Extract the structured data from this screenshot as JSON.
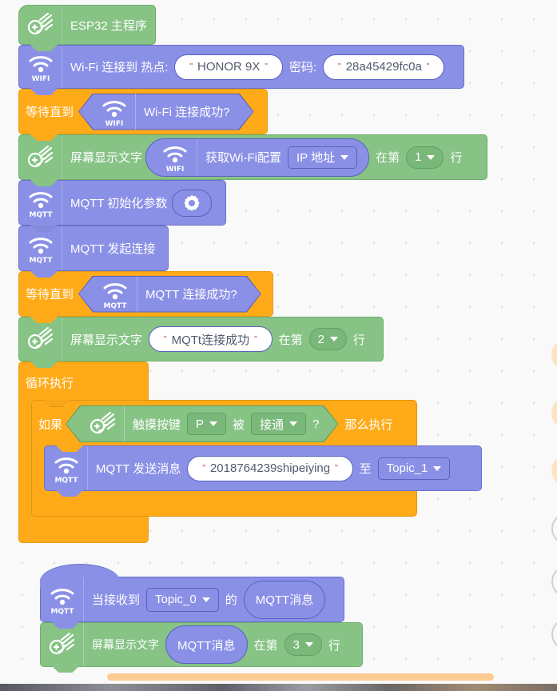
{
  "canvas": {
    "background": "#f9f9f9",
    "colors": {
      "green": "#86c385",
      "purple": "#8a90e6",
      "orange": "#ffab19",
      "string_quote": "#c0392b"
    }
  },
  "blocks": {
    "main_hat": {
      "label": "ESP32 主程序"
    },
    "wifi_connect": {
      "label": "Wi-Fi 连接到 热点:",
      "ssid": "HONOR 9X",
      "password_label": "密码:",
      "password": "28a45429fc0a",
      "icon_tag": "WIFI"
    },
    "wait_wifi": {
      "label": "等待直到",
      "condition": "Wi-Fi 连接成功?",
      "icon_tag": "WIFI"
    },
    "display_ip": {
      "label": "屏幕显示文字",
      "reporter_label": "获取Wi-Fi配置",
      "reporter_option": "IP 地址",
      "at_label": "在第",
      "line": "1",
      "line_suffix": "行",
      "icon_tag": "WIFI"
    },
    "mqtt_init": {
      "label": "MQTT 初始化参数",
      "icon_tag": "MQTT"
    },
    "mqtt_connect": {
      "label": "MQTT 发起连接",
      "icon_tag": "MQTT"
    },
    "wait_mqtt": {
      "label": "等待直到",
      "condition": "MQTT 连接成功?",
      "icon_tag": "MQTT"
    },
    "display_mqtt": {
      "label": "屏幕显示文字",
      "text": "MQTt连接成功",
      "at_label": "在第",
      "line": "2",
      "line_suffix": "行"
    },
    "loop": {
      "label": "循环执行"
    },
    "if_block": {
      "label": "如果",
      "condition_label": "触摸按键",
      "pin": "P",
      "by_label": "被",
      "state": "接通",
      "question": "?",
      "then_label": "那么执行"
    },
    "mqtt_send": {
      "label": "MQTT 发送消息",
      "message": "2018764239shipeiying",
      "to_label": "至",
      "topic": "Topic_1",
      "icon_tag": "MQTT"
    },
    "on_receive": {
      "label": "当接收到",
      "topic": "Topic_0",
      "of_label": "的",
      "reporter": "MQTT消息",
      "icon_tag": "MQTT"
    },
    "display_msg": {
      "label": "屏幕显示文字",
      "reporter": "MQTT消息",
      "at_label": "在第",
      "line": "3",
      "line_suffix": "行"
    }
  }
}
